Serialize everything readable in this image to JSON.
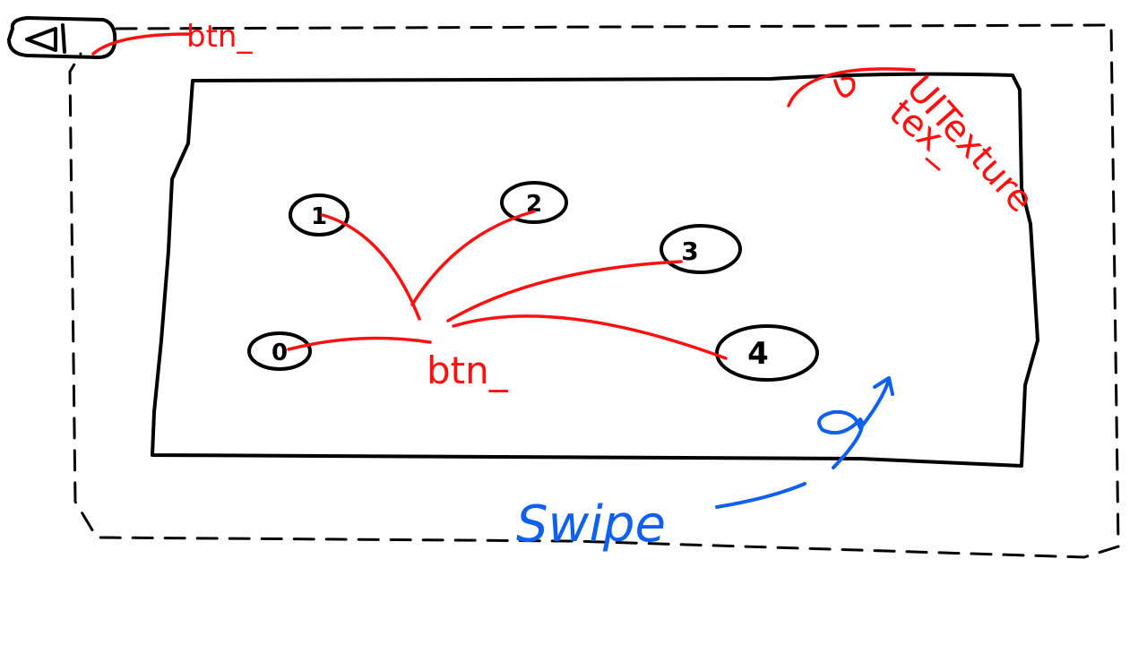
{
  "screen": {
    "description_label": ""
  },
  "back_button": {
    "icon": "back-arrow-icon",
    "annotation": "btn_"
  },
  "texture_panel": {
    "annotation_line1": "UITexture",
    "annotation_line2": "tex_"
  },
  "level_buttons": [
    {
      "label": "0"
    },
    {
      "label": "1"
    },
    {
      "label": "2"
    },
    {
      "label": "3"
    },
    {
      "label": "4"
    }
  ],
  "level_buttons_annotation": "btn_",
  "gesture": {
    "label": "Swipe",
    "icon": "swipe-gesture-icon"
  },
  "colors": {
    "annotation": "#ff1010",
    "gesture": "#1060f0",
    "ink": "#000000"
  }
}
